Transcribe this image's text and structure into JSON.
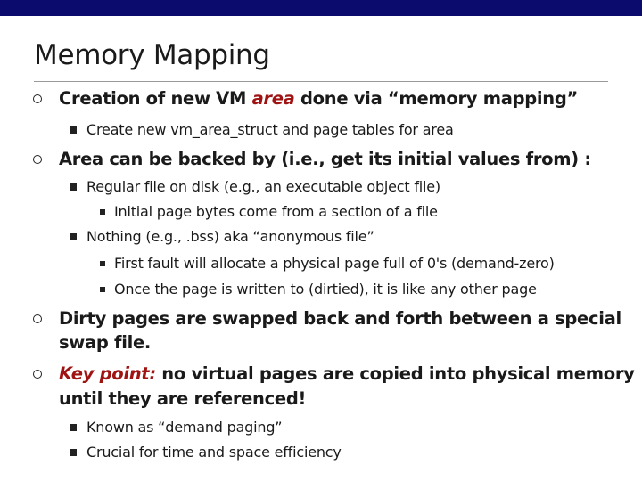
{
  "slide": {
    "title": "Memory Mapping",
    "bullet1": {
      "pre": "Creation of new VM ",
      "highlight": "area",
      "post": " done via “memory mapping”",
      "sub1": "Create new vm_area_struct and page tables for area"
    },
    "bullet2": {
      "text": "Area can be backed by (i.e., get its initial values from) :",
      "sub1": "Regular file on disk (e.g., an executable object file)",
      "sub1_item1": "Initial page bytes come from a section of a file",
      "sub2": "Nothing (e.g., .bss) aka “anonymous file”",
      "sub2_item1": "First fault will allocate a physical page full of 0's (demand-zero)",
      "sub2_item2": "Once the page is written to (dirtied), it is like any other page"
    },
    "bullet3": {
      "line1": "Dirty pages are swapped back and forth between a special",
      "line2": "swap file."
    },
    "bullet4": {
      "highlight": "Key point:",
      "line1_rest": " no virtual pages are copied into physical memory",
      "line2": "until they are referenced!",
      "sub1": "Known as “demand paging”",
      "sub2": "Crucial for time and space efficiency"
    }
  },
  "colors": {
    "top_bar": "#0b0b6e",
    "highlight": "#a01313",
    "text": "#1a1a1a"
  }
}
